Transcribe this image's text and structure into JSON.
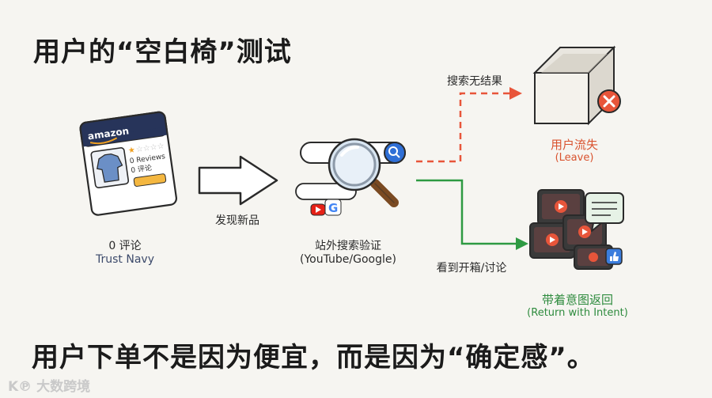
{
  "title": "用户的“空白椅”测试",
  "product": {
    "brand": "amazon",
    "reviews_en": "0 Reviews",
    "reviews_cn": "0 评论",
    "label_cn": "0 评论",
    "label_en": "Trust Navy"
  },
  "step1_label": "发现新品",
  "search": {
    "label_cn": "站外搜索验证",
    "label_en": "(YouTube/Google)"
  },
  "branch_fail": {
    "edge_label": "搜索无结果",
    "label_cn": "用户流失",
    "label_en": "(Leave)"
  },
  "branch_success": {
    "edge_label": "看到开箱/讨论",
    "label_cn": "带着意图返回",
    "label_en": "(Return with Intent)"
  },
  "conclusion": "用户下单不是因为便宜，而是因为“确定感”。",
  "watermark": "大数跨境",
  "colors": {
    "background": "#f6f5f1",
    "fail_red": "#e8553a",
    "success_green": "#2e9a42",
    "navy": "#27345a",
    "search_blue": "#2f6fd6"
  }
}
